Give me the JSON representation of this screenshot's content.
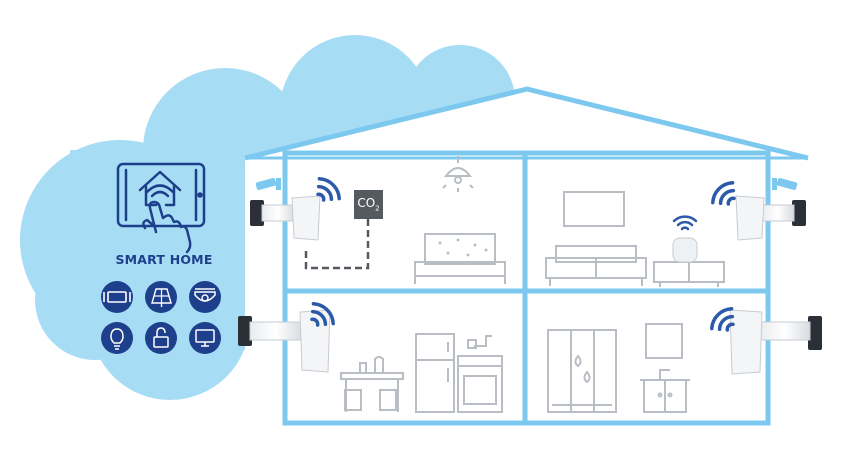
{
  "smart_home": {
    "title": "SMART HOME",
    "tablet_icon": "tablet-house-hand-icon",
    "device_icons": [
      "ventilator-icon",
      "solar-panel-icon",
      "security-camera-icon",
      "light-bulb-icon",
      "lock-icon",
      "monitor-icon"
    ]
  },
  "rooms": {
    "bedroom": {
      "sensor_label": "CO",
      "sensor_subscript": "2"
    }
  },
  "colors": {
    "cloud": "#a7dcf5",
    "house_outline": "#7cc8ef",
    "brand_blue": "#1e3f8c",
    "wifi": "#2c5aa9",
    "furniture": "#b9bec4"
  }
}
